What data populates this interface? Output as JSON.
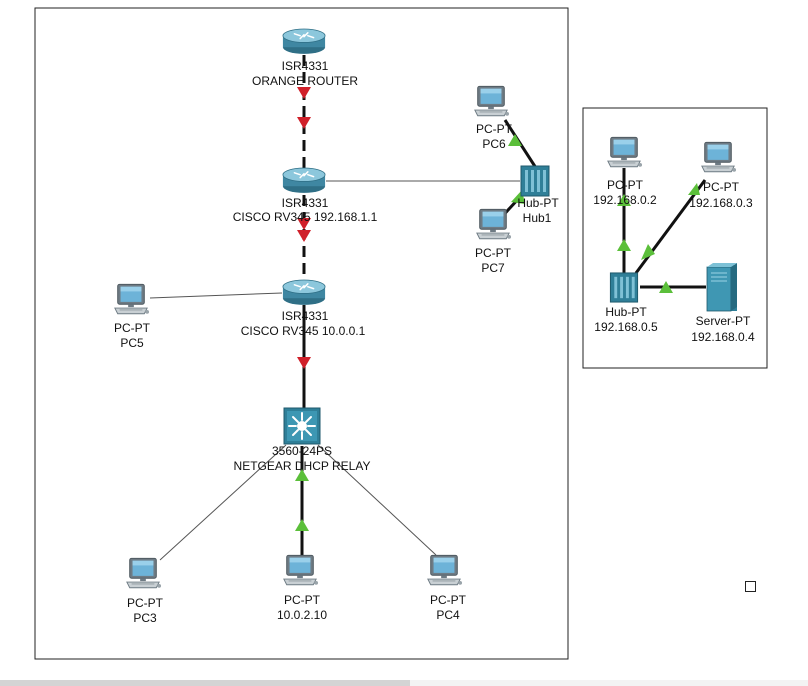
{
  "nodes": {
    "orange_router": {
      "model": "ISR4331",
      "name": "ORANGE ROUTER"
    },
    "cisco_rv345_lan": {
      "model": "ISR4331",
      "name": "CISCO RV345 192.168.1.1"
    },
    "cisco_rv345_wan": {
      "model": "ISR4331",
      "name": "CISCO RV345 10.0.0.1"
    },
    "switch_3560": {
      "model": "3560-24PS",
      "name": "NETGEAR DHCP RELAY"
    },
    "pc5": {
      "model": "PC-PT",
      "name": "PC5"
    },
    "pc6": {
      "model": "PC-PT",
      "name": "PC6"
    },
    "pc7": {
      "model": "PC-PT",
      "name": "PC7"
    },
    "hub1": {
      "model": "Hub-PT",
      "name": "Hub1"
    },
    "pc3": {
      "model": "PC-PT",
      "name": "PC3"
    },
    "pc_mid": {
      "model": "PC-PT",
      "name": "10.0.2.10"
    },
    "pc4": {
      "model": "PC-PT",
      "name": "PC4"
    },
    "pc_r1": {
      "model": "PC-PT",
      "name": "192.168.0.2"
    },
    "pc_r2": {
      "model": "PC-PT",
      "name": "192.168.0.3"
    },
    "hub_r": {
      "model": "Hub-PT",
      "name": "192.168.0.5"
    },
    "server_r": {
      "model": "Server-PT",
      "name": "192.168.0.4"
    }
  },
  "colors": {
    "link_down": "#d0202a",
    "link_up": "#5bbf3a",
    "cable": "#111111",
    "router_body": "#4f9ab5",
    "hub_body": "#3d8fa6",
    "pc_screen": "#5ea9cf",
    "server_body": "#3b8ca6"
  },
  "icons": {
    "router": "router-icon",
    "switch": "multilayer-switch-icon",
    "hub": "hub-icon",
    "pc": "pc-icon",
    "server": "server-icon"
  }
}
